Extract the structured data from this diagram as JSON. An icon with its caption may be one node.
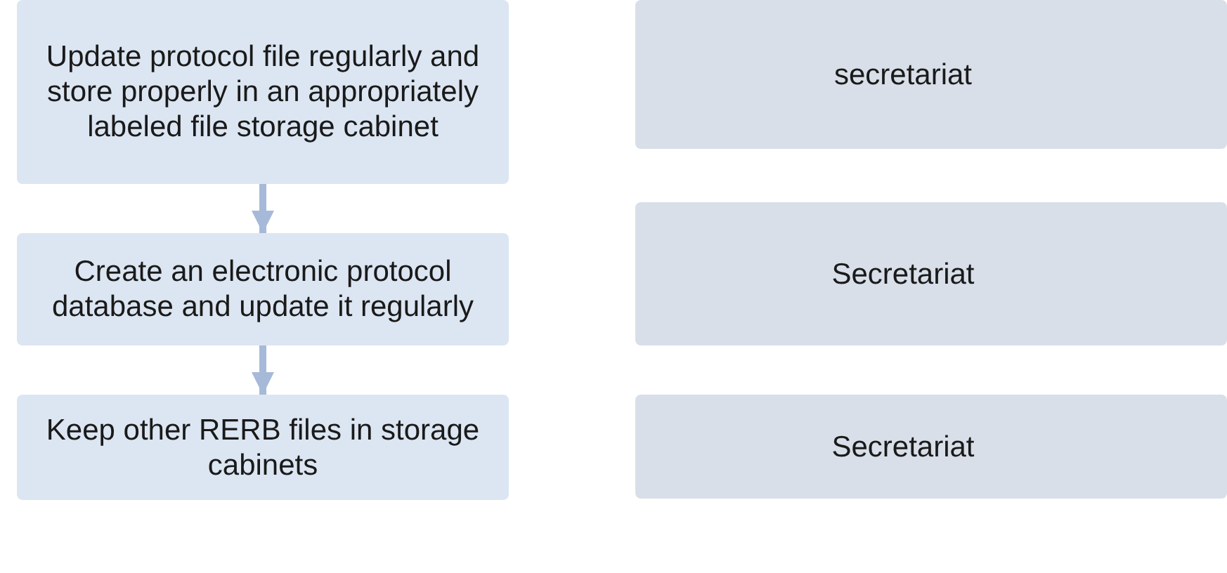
{
  "diagram": {
    "nodes": [
      {
        "text": [
          "Update protocol file regularly and store properly in an appropriately labeled file storage cabinet"
        ]
      },
      {
        "text": [
          "Create an electronic protocol database and update it regularly"
        ]
      },
      {
        "text": [
          "Keep other RERB files in storage cabinets"
        ]
      },
      {
        "text": [
          "secretariat"
        ]
      },
      {
        "text": [
          "Secretariat"
        ]
      },
      {
        "text": [
          "Secretariat"
        ]
      }
    ],
    "edges": [
      {
        "from": 0,
        "to": 1,
        "arrow": "to"
      },
      {
        "from": 1,
        "to": 2,
        "arrow": "to"
      }
    ]
  }
}
